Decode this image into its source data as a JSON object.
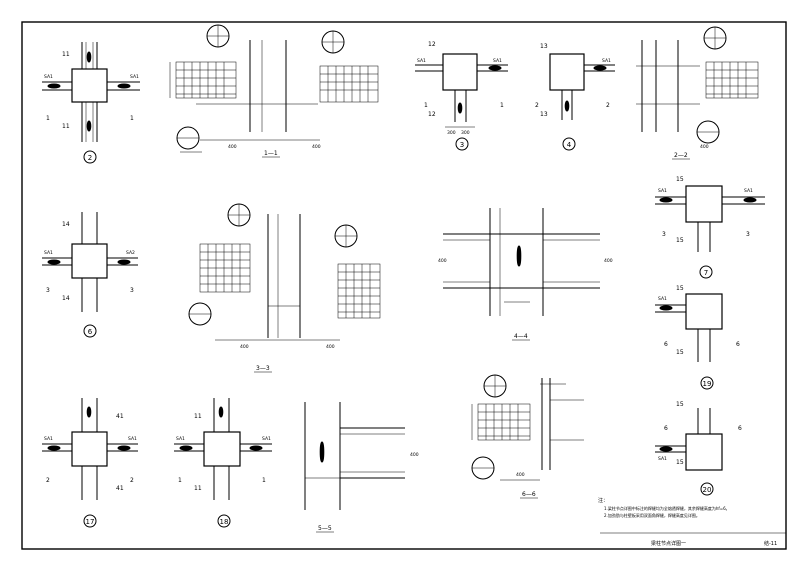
{
  "sheet": {
    "title_block_label": "梁柱节点详图一",
    "sheet_number": "结-11"
  },
  "details": [
    {
      "id": "d2",
      "bubble": "2",
      "cuts": [
        "1",
        "1",
        "11",
        "11"
      ],
      "weld_labels": [
        "SA1",
        "SA1"
      ]
    },
    {
      "id": "d1",
      "title": "1—1",
      "dims": [
        "400",
        "400"
      ]
    },
    {
      "id": "d3",
      "bubble": "3",
      "cuts": [
        "12",
        "12",
        "1",
        "1"
      ],
      "weld_labels": [
        "SA1",
        "SA1"
      ],
      "dims": [
        "300",
        "300"
      ]
    },
    {
      "id": "d4",
      "bubble": "4",
      "cuts": [
        "13",
        "13",
        "2",
        "2"
      ],
      "weld_labels": [
        "SA1"
      ]
    },
    {
      "id": "dsec2",
      "title": "2—2",
      "dims": [
        "400"
      ]
    },
    {
      "id": "d6",
      "bubble": "6",
      "cuts": [
        "14",
        "14",
        "3",
        "3"
      ],
      "weld_labels": [
        "SA1",
        "SA2"
      ]
    },
    {
      "id": "dsec3",
      "title": "3—3",
      "dims": [
        "400",
        "400"
      ]
    },
    {
      "id": "dsec4",
      "title": "4—4",
      "dims": [
        "400",
        "400"
      ]
    },
    {
      "id": "d7",
      "bubble": "7",
      "cuts": [
        "15",
        "15",
        "3",
        "3"
      ],
      "weld_labels": [
        "SA1",
        "SA1"
      ]
    },
    {
      "id": "d19",
      "bubble": "19",
      "cuts": [
        "15",
        "15",
        "6",
        "6"
      ],
      "weld_labels": [
        "SA1"
      ]
    },
    {
      "id": "d17",
      "bubble": "17",
      "cuts": [
        "41",
        "41",
        "2",
        "2"
      ],
      "weld_labels": [
        "SA1",
        "SA1"
      ]
    },
    {
      "id": "d18",
      "bubble": "18",
      "cuts": [
        "11",
        "11",
        "1",
        "1"
      ],
      "weld_labels": [
        "SA1",
        "SA1"
      ]
    },
    {
      "id": "dsec5",
      "title": "5—5",
      "dims": [
        "400"
      ]
    },
    {
      "id": "dsec6",
      "title": "6—6",
      "dims": [
        "400"
      ]
    },
    {
      "id": "d20",
      "bubble": "20",
      "cuts": [
        "15",
        "15",
        "6",
        "6"
      ],
      "weld_labels": [
        "SA1"
      ]
    }
  ],
  "notes": {
    "heading": "注：",
    "lines": [
      "1.梁柱节点详图中标注的焊缝均为全熔透焊缝，其余焊缝高度为hf=6。",
      "2.加劲肋与柱壁板采用双面角焊缝，焊缝高度见详图。"
    ]
  }
}
